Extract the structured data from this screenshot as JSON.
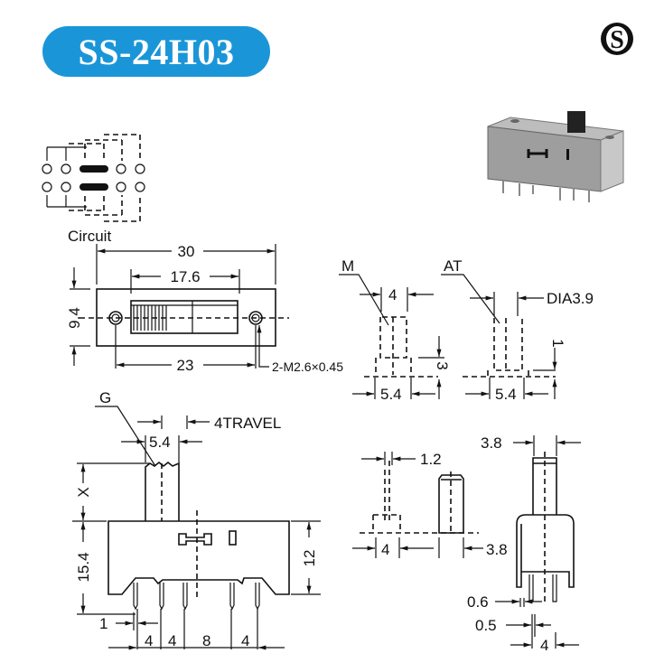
{
  "header": {
    "title": "SS-24H03",
    "logo_letter": "S"
  },
  "colors": {
    "badge": "#1a96d8",
    "ink": "#111111"
  },
  "circuit": {
    "label": "Circuit"
  },
  "top_view": {
    "width": "30",
    "slot": "17.6",
    "height": "9.4",
    "hole_pitch": "23",
    "screw": "2-M2.6×0.45"
  },
  "actuator_m": {
    "label": "M",
    "width": "4",
    "base": "5.4",
    "height": "3"
  },
  "actuator_at": {
    "label": "AT",
    "dia": "DIA3.9",
    "base": "5.4",
    "height": "1"
  },
  "side_view": {
    "g_label": "G",
    "travel": "4TRAVEL",
    "knob": "5.4",
    "x_label": "X",
    "height": "15.4",
    "body": "12",
    "pin_width": "1",
    "pitches": [
      "4",
      "4",
      "8",
      "4"
    ]
  },
  "end_views": {
    "thickness": "1.2",
    "offset": "4",
    "knob": "3.8",
    "knob_top": "3.8",
    "pin": "0.6",
    "pin2": "0.5",
    "pin_pitch": "4"
  }
}
